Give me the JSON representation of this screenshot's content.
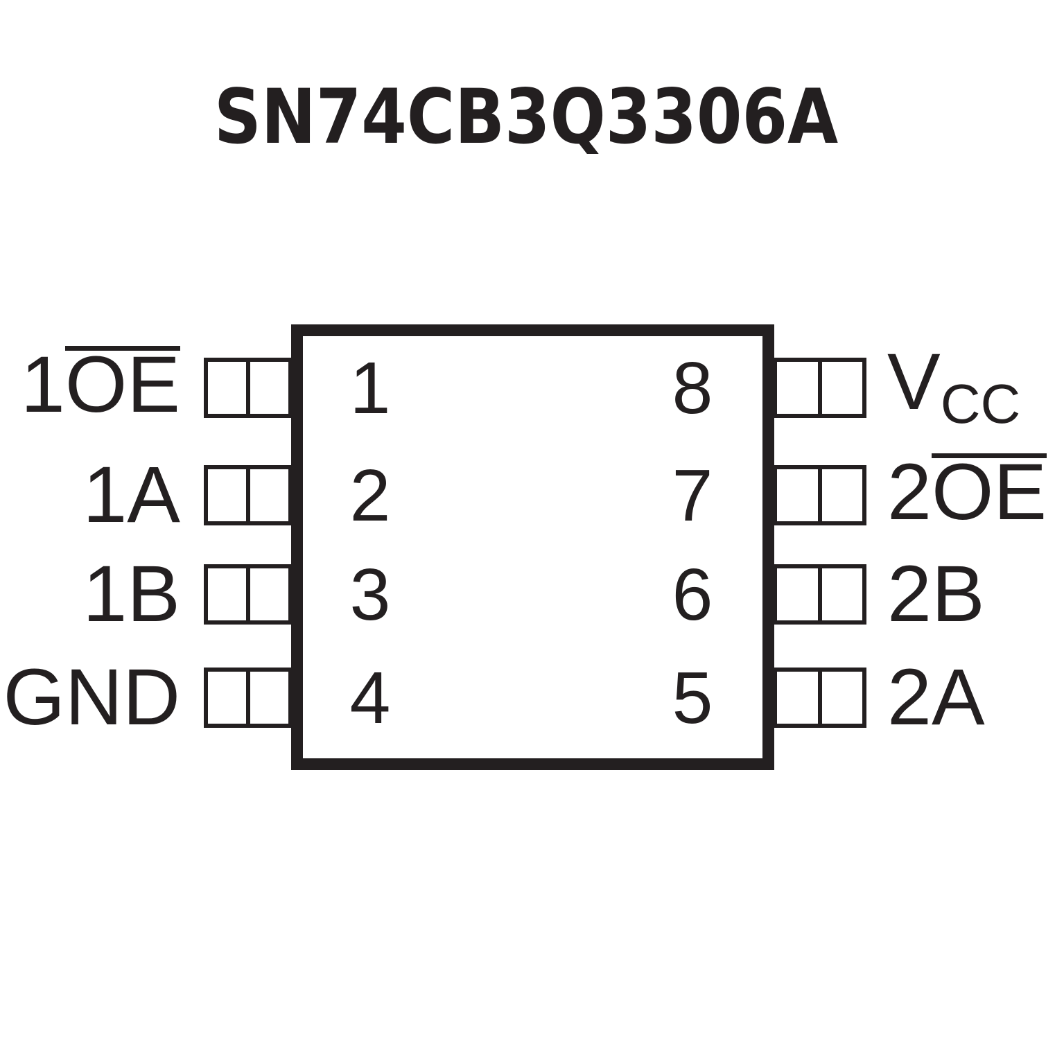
{
  "title": "SN74CB3Q3306A",
  "colors": {
    "ink": "#231f20",
    "background": "#ffffff"
  },
  "chip": {
    "left_pins": [
      {
        "number": "1",
        "label": {
          "pre": "1",
          "over": "OE",
          "sub": ""
        }
      },
      {
        "number": "2",
        "label": {
          "pre": "1A",
          "over": "",
          "sub": ""
        }
      },
      {
        "number": "3",
        "label": {
          "pre": "1B",
          "over": "",
          "sub": ""
        }
      },
      {
        "number": "4",
        "label": {
          "pre": "GND",
          "over": "",
          "sub": ""
        }
      }
    ],
    "right_pins": [
      {
        "number": "8",
        "label": {
          "pre": "V",
          "over": "",
          "sub": "CC"
        }
      },
      {
        "number": "7",
        "label": {
          "pre": "2",
          "over": "OE",
          "sub": ""
        }
      },
      {
        "number": "6",
        "label": {
          "pre": "2B",
          "over": "",
          "sub": ""
        }
      },
      {
        "number": "5",
        "label": {
          "pre": "2A",
          "over": "",
          "sub": ""
        }
      }
    ]
  }
}
